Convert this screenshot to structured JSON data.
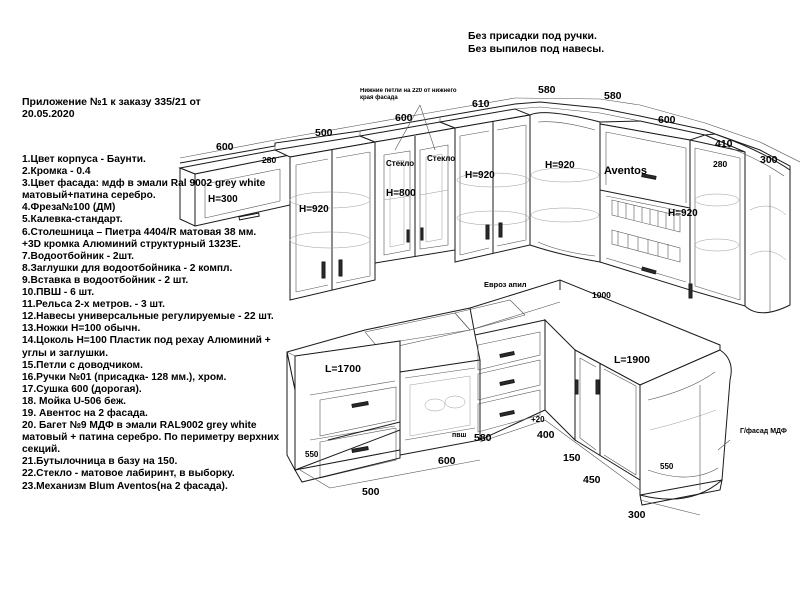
{
  "header": {
    "notes": [
      "Без присадки под ручки.",
      "Без выпилов под навесы."
    ],
    "appendix": "Приложение №1 к заказу 335/21 от 20.05.2020"
  },
  "spec_list": [
    "1.Цвет корпуса - Баунти.",
    "2.Кромка - 0.4",
    "3.Цвет фасада: мдф в эмали Ral 9002 grey white матовый+патина серебро.",
    "4.Фреза№100 (ДМ)",
    "5.Калевка-стандарт.",
    "6.Столешница – Пиетра 4404/R матовая 38 мм.",
    "+3D кромка Алюминий структурный 1323Е.",
    "7.Водоотбойник - 2шт.",
    "8.Заглушки для водоотбойника - 2 компл.",
    "9.Вставка в водоотбойник - 2 шт.",
    "10.ПВШ - 6 шт.",
    "11.Рельса 2-х метров. - 3 шт.",
    "12.Навесы универсальные регулируемые - 22 шт.",
    "13.Ножки Н=100 обычн.",
    "14.Цоколь Н=100 Пластик под рехау Алюминий + углы и заглушки.",
    "15.Петли с доводчиком.",
    "16.Ручки №01 (присадка- 128 мм.), хром.",
    "17.Сушка 600 (дорогая).",
    "18. Мойка U-506 беж.",
    "19. Авентос на 2 фасада.",
    "20. Багет №9  МДФ в эмали RAL9002 grey white матовый  + патина серебро. По периметру верхних секций.",
    "21.Бутылочница в базу на 150.",
    "22.Стекло - матовое лабиринт, в выборку.",
    "23.Механизм Blum Aventos(на 2 фасада)."
  ],
  "upper": {
    "widths": [
      "600",
      "500",
      "600",
      "610",
      "580",
      "580",
      "600",
      "410",
      "300"
    ],
    "depths": [
      "280",
      "280"
    ],
    "heights": [
      "H=300",
      "H=920",
      "H=800",
      "H=920",
      "H=920",
      "H=920"
    ],
    "glass": [
      "Стекло",
      "Стекло"
    ],
    "aventos": "Aventos",
    "hinge_note": "Нижние петли на 220 от нижнего края фасада"
  },
  "lower": {
    "countertop_left": "L=1700",
    "countertop_right": "L=1900",
    "joint": "Евроз апил",
    "corner_width": "1000",
    "widths_front": [
      "500",
      "600",
      "580"
    ],
    "plus": "+20",
    "sink_label": "пвш",
    "right_run": [
      "400",
      "150",
      "450",
      "300"
    ],
    "depths": [
      "550",
      "550"
    ],
    "facade_note": "Г/фасад МДФ"
  }
}
